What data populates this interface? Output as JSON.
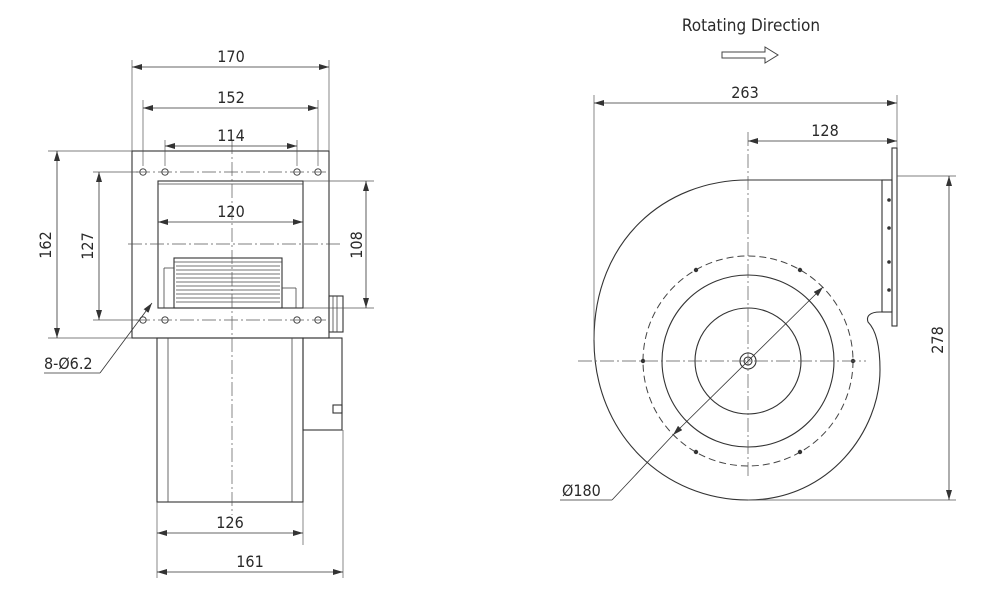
{
  "front_view": {
    "dims": {
      "overall_width": "170",
      "hole_span_outer": "152",
      "hole_span_inner": "114",
      "outlet_width": "120",
      "overall_height": "162",
      "hole_height": "127",
      "outlet_height": "108",
      "housing_width": "126",
      "total_width": "161"
    },
    "hole_callout": "8-Ø6.2"
  },
  "side_view": {
    "rotation_label": "Rotating Direction",
    "dims": {
      "overall_width": "263",
      "center_to_outlet": "128",
      "overall_height": "278",
      "impeller_diameter": "Ø180"
    }
  }
}
